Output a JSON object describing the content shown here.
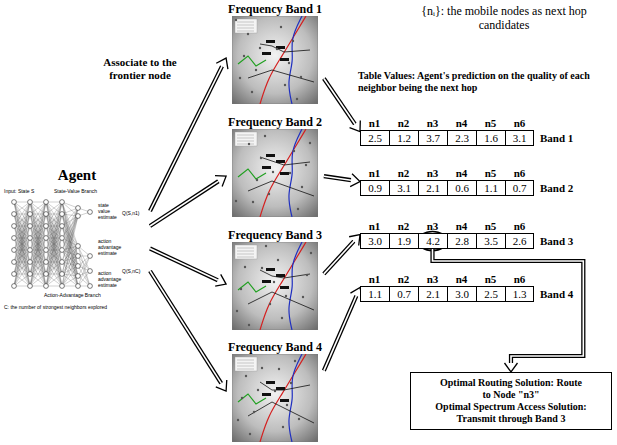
{
  "diagram": {
    "nodes": [
      {
        "text": [
          "Agent"
        ]
      },
      {
        "text": [
          "Frequency Band 1"
        ]
      },
      {
        "text": [
          "Frequency Band 2"
        ]
      },
      {
        "text": [
          "Frequency Band 3"
        ]
      },
      {
        "text": [
          "Frequency Band 4"
        ]
      },
      {
        "text": [
          "n1",
          "n2",
          "n3",
          "n4",
          "n5",
          "n6",
          "2.5",
          "1.2",
          "3.7",
          "2.3",
          "1.6",
          "3.1",
          "Band 1"
        ]
      },
      {
        "text": [
          "n1",
          "n2",
          "n3",
          "n4",
          "n5",
          "n6",
          "0.9",
          "3.1",
          "2.1",
          "0.6",
          "1.1",
          "0.7",
          "Band 2"
        ]
      },
      {
        "text": [
          "n1",
          "n2",
          "n3",
          "n4",
          "n5",
          "n6",
          "3.0",
          "1.9",
          "4.2",
          "2.8",
          "3.5",
          "2.6",
          "Band 3"
        ]
      },
      {
        "text": [
          "n1",
          "n2",
          "n3",
          "n4",
          "n5",
          "n6",
          "1.1",
          "0.7",
          "2.1",
          "3.0",
          "2.5",
          "1.3",
          "Band 4"
        ]
      },
      {
        "text": [
          "Optimal Routing Solution: Route to Node \"n3\"",
          "Optimal Spectrum Access Solution: Transmit through Band 3"
        ]
      }
    ],
    "edges": [
      {
        "from": 0,
        "to": 1,
        "arrow": "to",
        "label": "Associate to the frontier node"
      },
      {
        "from": 0,
        "to": 2,
        "arrow": "to"
      },
      {
        "from": 0,
        "to": 3,
        "arrow": "to"
      },
      {
        "from": 0,
        "to": 4,
        "arrow": "to"
      },
      {
        "from": 1,
        "to": 5,
        "arrow": "to"
      },
      {
        "from": 2,
        "to": 6,
        "arrow": "to"
      },
      {
        "from": 3,
        "to": 7,
        "arrow": "to"
      },
      {
        "from": 4,
        "to": 8,
        "arrow": "to"
      },
      {
        "from": 7,
        "to": 9,
        "arrow": "to"
      }
    ],
    "labels": [
      "{nᵢ}: the mobile nodes as next hop candidates",
      "Table Values: Agent's prediction on the quality of each neighbor being the next hop",
      "Input: State S",
      "State-Value Branch",
      "state value estimate",
      "action advantage estimate",
      "action advantage estimate",
      "Action-Advantage Branch",
      "Q(S,n1)",
      "Q(S,nC)",
      "C: the number of strongest neighbors explored"
    ]
  }
}
